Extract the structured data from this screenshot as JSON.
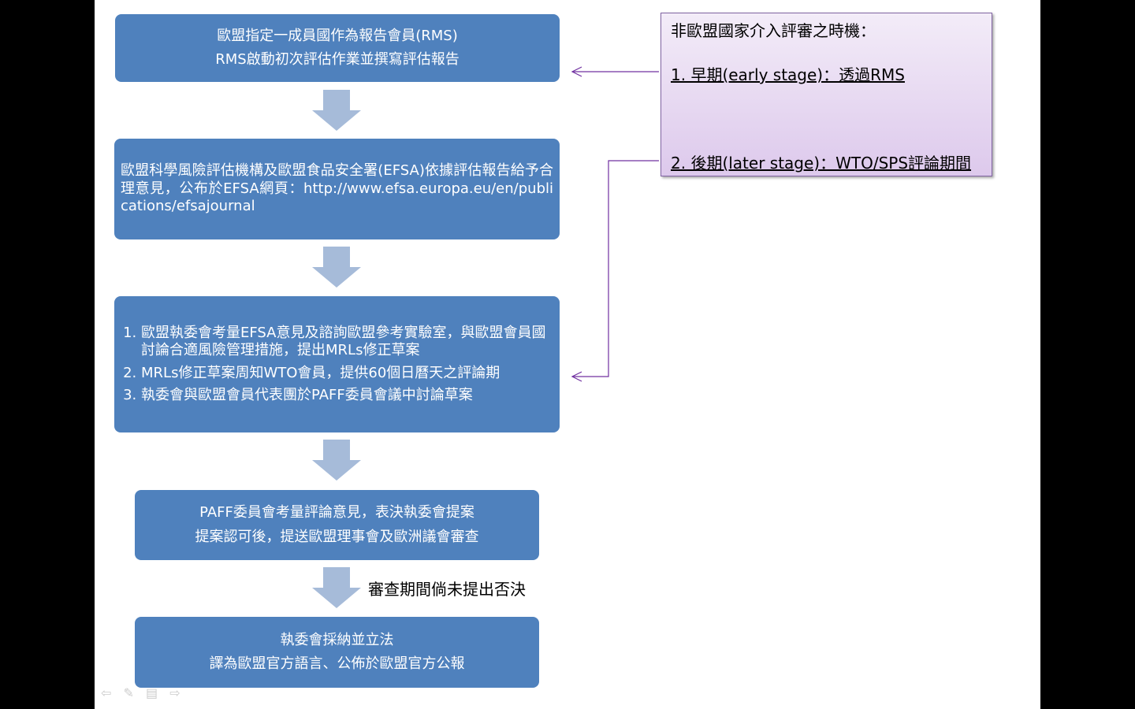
{
  "boxes": {
    "rms": {
      "line1": "歐盟指定一成員國作為報告會員(RMS)",
      "line2": "RMS啟動初次評估作業並撰寫評估報告"
    },
    "efsa": {
      "text": "歐盟科學風險評估機構及歐盟食品安全署(EFSA)依據評估報告給予合理意見，公布於EFSA網頁：http://www.efsa.europa.eu/en/publications/efsajournal"
    },
    "commission": {
      "items": [
        "歐盟執委會考量EFSA意見及諮詢歐盟參考實驗室，與歐盟會員國討論合適風險管理措施，提出MRLs修正草案",
        "MRLs修正草案周知WTO會員，提供60個日曆天之評論期",
        "執委會與歐盟會員代表團於PAFF委員會議中討論草案"
      ]
    },
    "paff": {
      "line1": "PAFF委員會考量評論意見，表決執委會提案",
      "line2": "提案認可後，提送歐盟理事會及歐洲議會審查"
    },
    "adopt": {
      "line1": "執委會採納並立法",
      "line2": "譯為歐盟官方語言、公佈於歐盟官方公報"
    }
  },
  "arrow_label": "審查期間倘未提出否決",
  "note": {
    "title": "非歐盟國家介入評審之時機：",
    "early": "1. 早期(early stage)：透過RMS",
    "later": "2. 後期(later stage)：WTO/SPS評論期間"
  },
  "colors": {
    "box_fill": "#4f81bd",
    "arrow_fill": "#a6bbd9",
    "connector": "#7030a0",
    "note_border": "#8064a2"
  },
  "nav_icons": [
    "prev-icon",
    "pen-icon",
    "menu-icon",
    "next-icon"
  ]
}
